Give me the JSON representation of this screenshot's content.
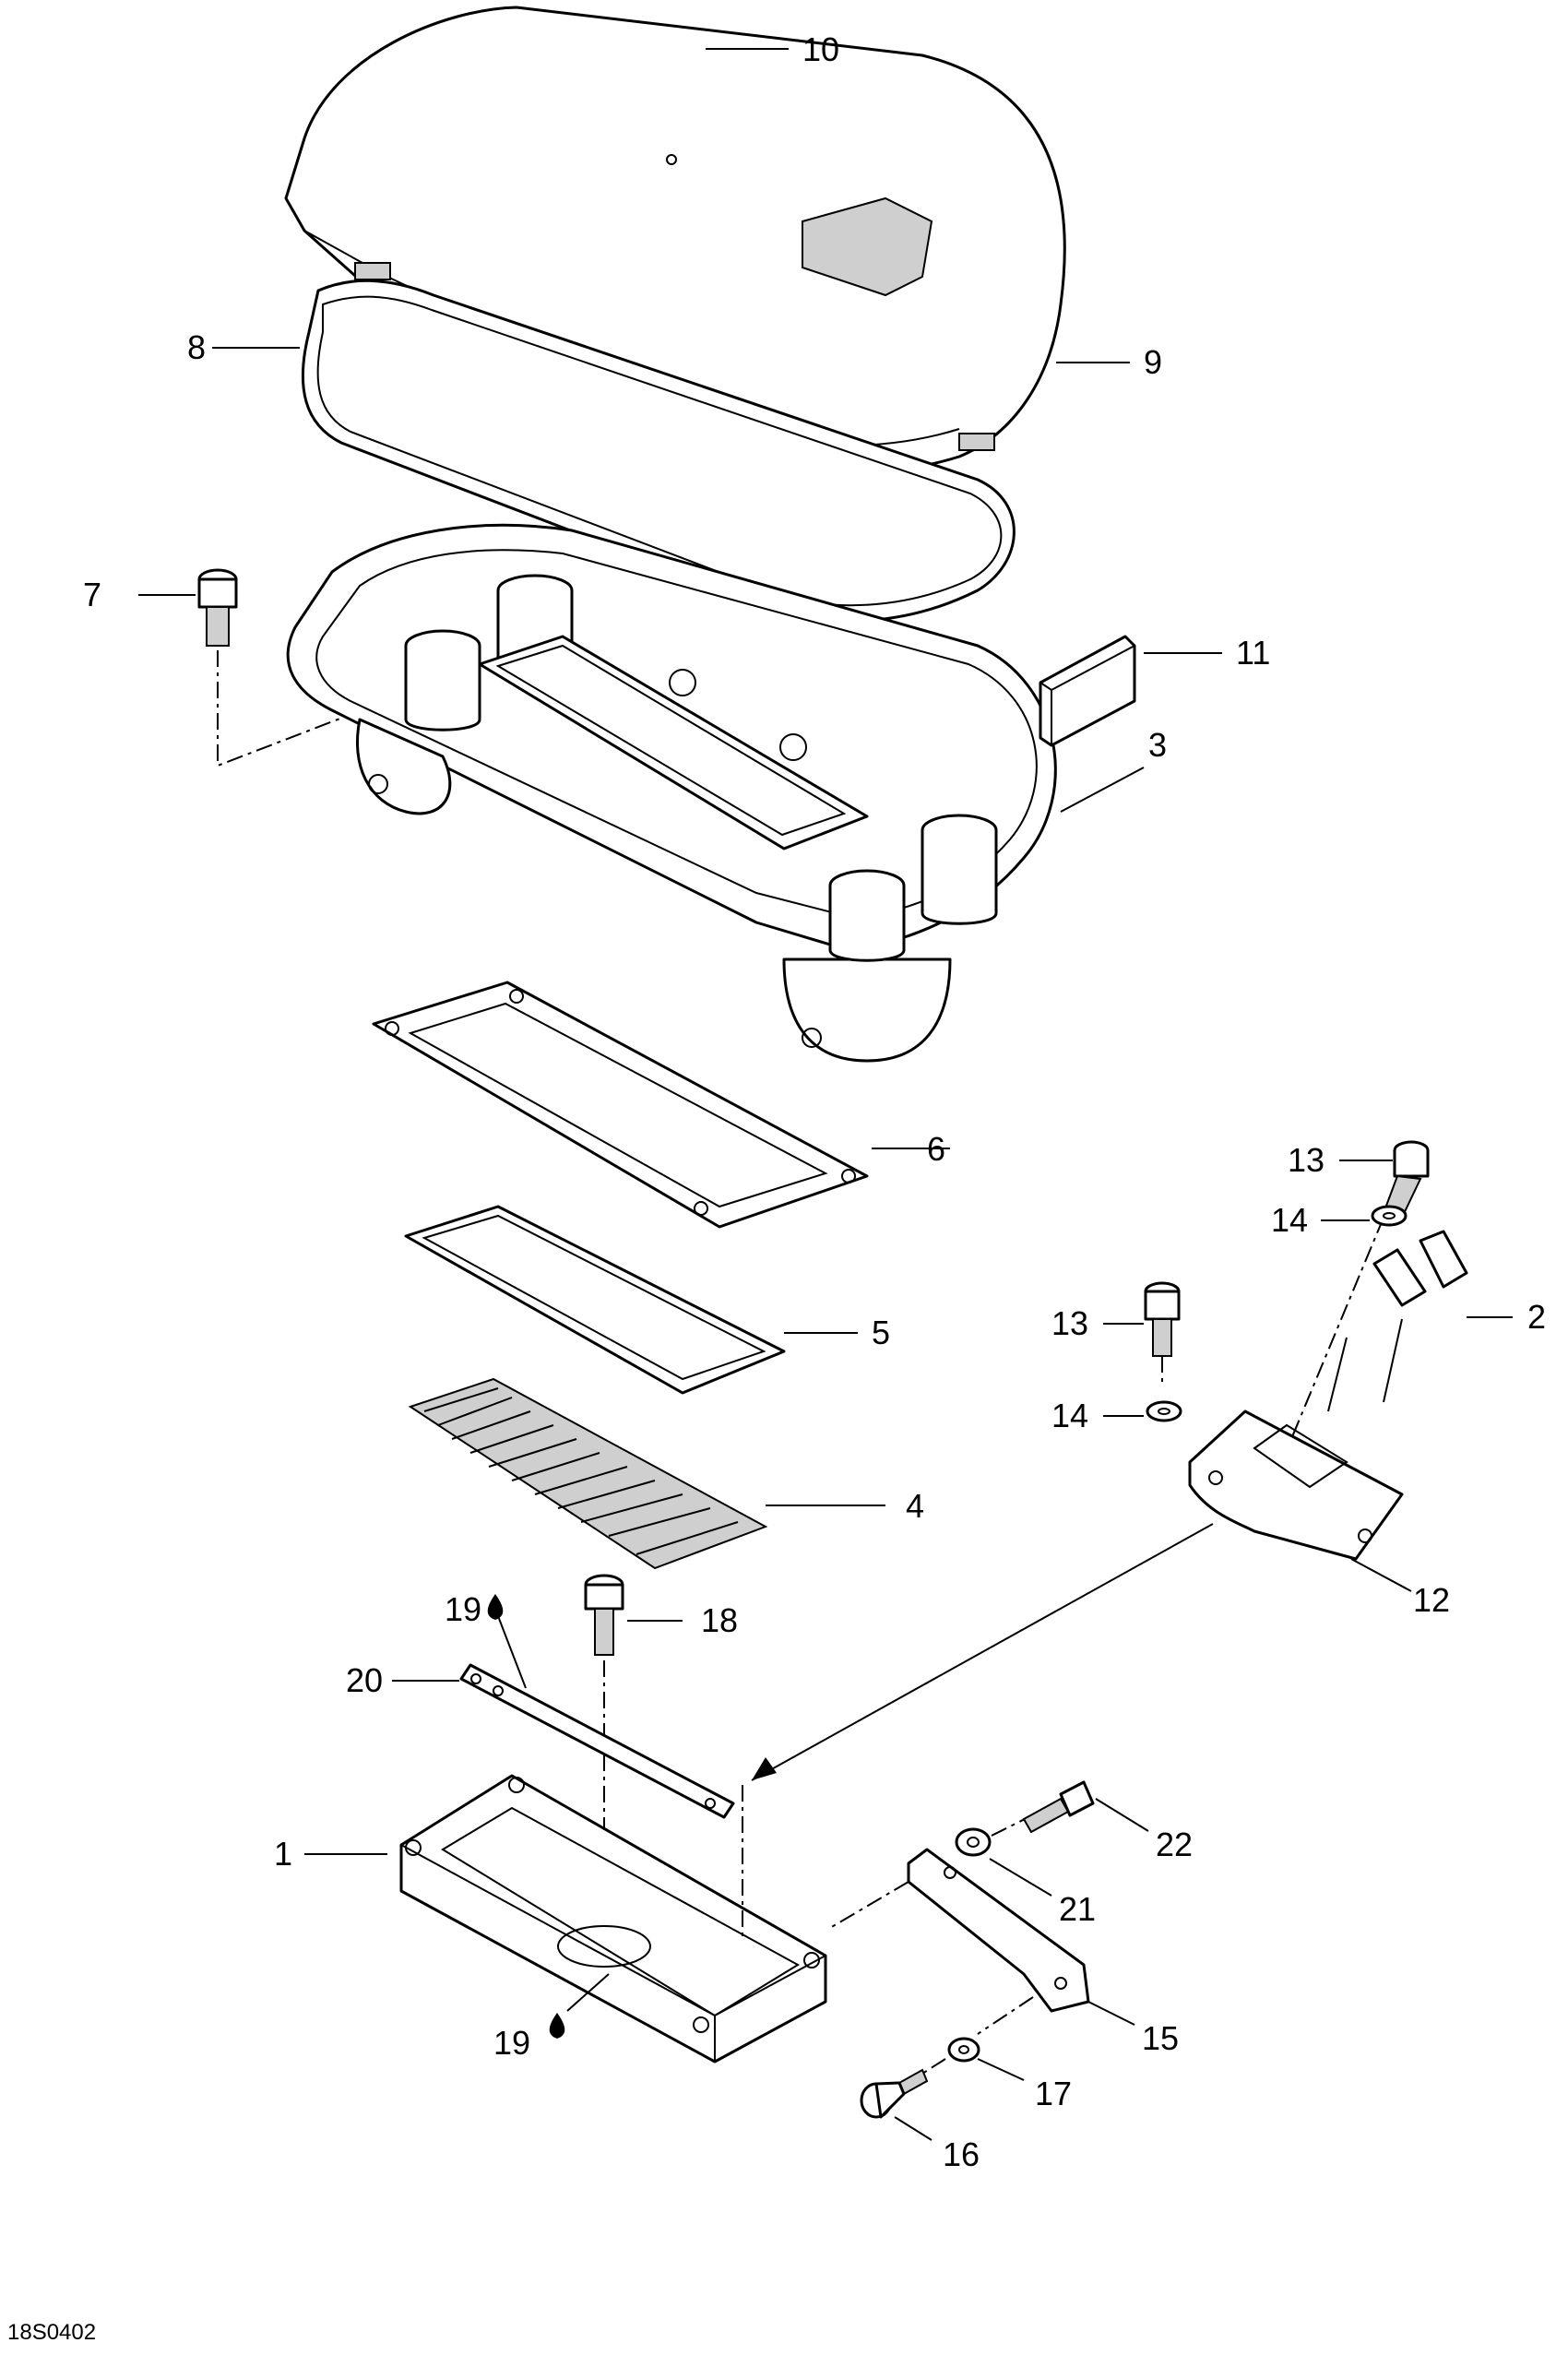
{
  "diagram": {
    "reference_code": "18S0402",
    "callouts": [
      {
        "id": "c10",
        "label": "10"
      },
      {
        "id": "c8",
        "label": "8"
      },
      {
        "id": "c9",
        "label": "9"
      },
      {
        "id": "c7",
        "label": "7"
      },
      {
        "id": "c11",
        "label": "11"
      },
      {
        "id": "c3",
        "label": "3"
      },
      {
        "id": "c6",
        "label": "6"
      },
      {
        "id": "c13a",
        "label": "13"
      },
      {
        "id": "c14a",
        "label": "14"
      },
      {
        "id": "c2",
        "label": "2"
      },
      {
        "id": "c13b",
        "label": "13"
      },
      {
        "id": "c14b",
        "label": "14"
      },
      {
        "id": "c5",
        "label": "5"
      },
      {
        "id": "c4",
        "label": "4"
      },
      {
        "id": "c12",
        "label": "12"
      },
      {
        "id": "c19a",
        "label": "19"
      },
      {
        "id": "c18",
        "label": "18"
      },
      {
        "id": "c20",
        "label": "20"
      },
      {
        "id": "c22",
        "label": "22"
      },
      {
        "id": "c1",
        "label": "1"
      },
      {
        "id": "c21",
        "label": "21"
      },
      {
        "id": "c15",
        "label": "15"
      },
      {
        "id": "c19b",
        "label": "19"
      },
      {
        "id": "c17",
        "label": "17"
      },
      {
        "id": "c16",
        "label": "16"
      }
    ],
    "symbols": {
      "drop_icon": "oil-drop-icon"
    }
  }
}
